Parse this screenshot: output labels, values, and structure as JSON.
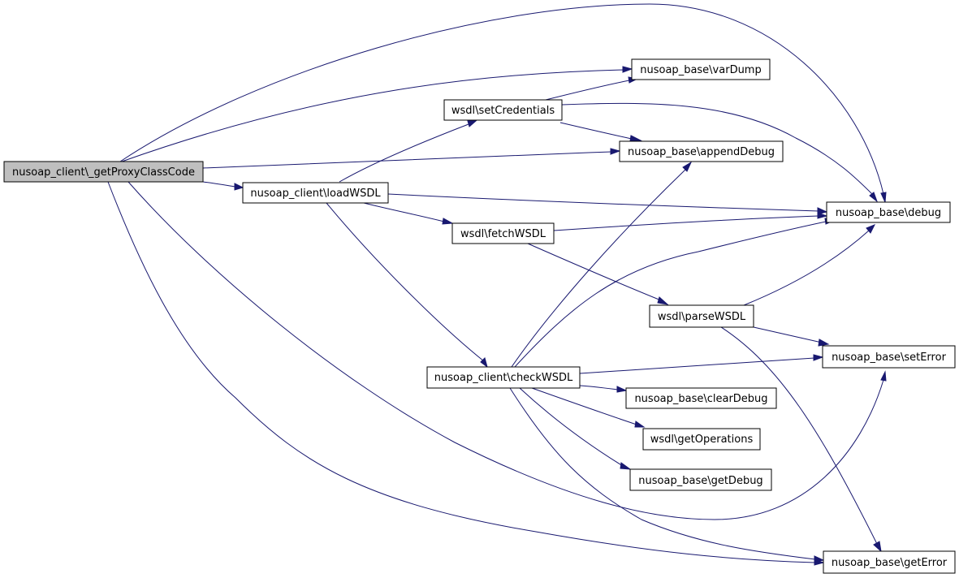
{
  "graph": {
    "nodes": {
      "getProxyClassCode": "nusoap_client\\_getProxyClassCode",
      "loadWSDL": "nusoap_client\\loadWSDL",
      "setCredentials": "wsdl\\setCredentials",
      "varDump": "nusoap_base\\varDump",
      "appendDebug": "nusoap_base\\appendDebug",
      "debug": "nusoap_base\\debug",
      "fetchWSDL": "wsdl\\fetchWSDL",
      "parseWSDL": "wsdl\\parseWSDL",
      "checkWSDL": "nusoap_client\\checkWSDL",
      "setError": "nusoap_base\\setError",
      "clearDebug": "nusoap_base\\clearDebug",
      "getOperations": "wsdl\\getOperations",
      "getDebug": "nusoap_base\\getDebug",
      "getError": "nusoap_base\\getError"
    },
    "edges": [
      [
        "getProxyClassCode",
        "loadWSDL"
      ],
      [
        "getProxyClassCode",
        "varDump"
      ],
      [
        "getProxyClassCode",
        "appendDebug"
      ],
      [
        "getProxyClassCode",
        "debug"
      ],
      [
        "getProxyClassCode",
        "setError"
      ],
      [
        "getProxyClassCode",
        "getError"
      ],
      [
        "loadWSDL",
        "setCredentials"
      ],
      [
        "loadWSDL",
        "debug"
      ],
      [
        "loadWSDL",
        "fetchWSDL"
      ],
      [
        "loadWSDL",
        "checkWSDL"
      ],
      [
        "setCredentials",
        "varDump"
      ],
      [
        "setCredentials",
        "appendDebug"
      ],
      [
        "setCredentials",
        "debug"
      ],
      [
        "fetchWSDL",
        "debug"
      ],
      [
        "fetchWSDL",
        "parseWSDL"
      ],
      [
        "parseWSDL",
        "debug"
      ],
      [
        "parseWSDL",
        "setError"
      ],
      [
        "parseWSDL",
        "getError"
      ],
      [
        "checkWSDL",
        "appendDebug"
      ],
      [
        "checkWSDL",
        "debug"
      ],
      [
        "checkWSDL",
        "setError"
      ],
      [
        "checkWSDL",
        "clearDebug"
      ],
      [
        "checkWSDL",
        "getOperations"
      ],
      [
        "checkWSDL",
        "getDebug"
      ],
      [
        "checkWSDL",
        "getError"
      ]
    ],
    "colors": {
      "edge": "#191970",
      "root_fill": "#bfbfbf",
      "node_fill": "#ffffff",
      "node_stroke": "#000000"
    }
  }
}
